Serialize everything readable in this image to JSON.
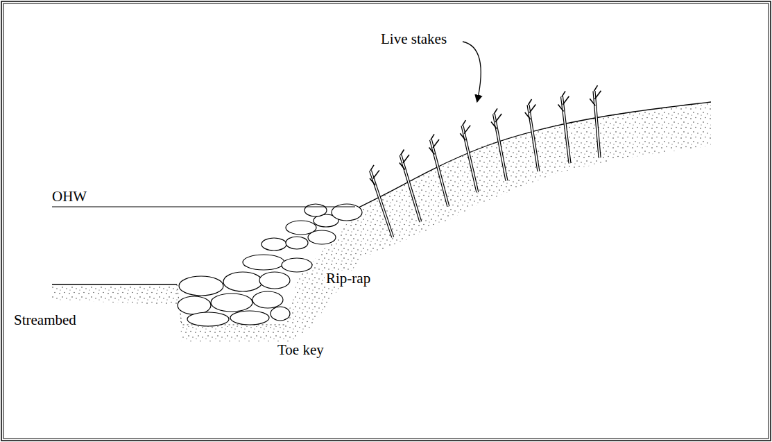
{
  "diagram": {
    "labels": [
      "Live stakes",
      "OHW",
      "Rip-rap",
      "Streambed",
      "Toe key"
    ]
  }
}
